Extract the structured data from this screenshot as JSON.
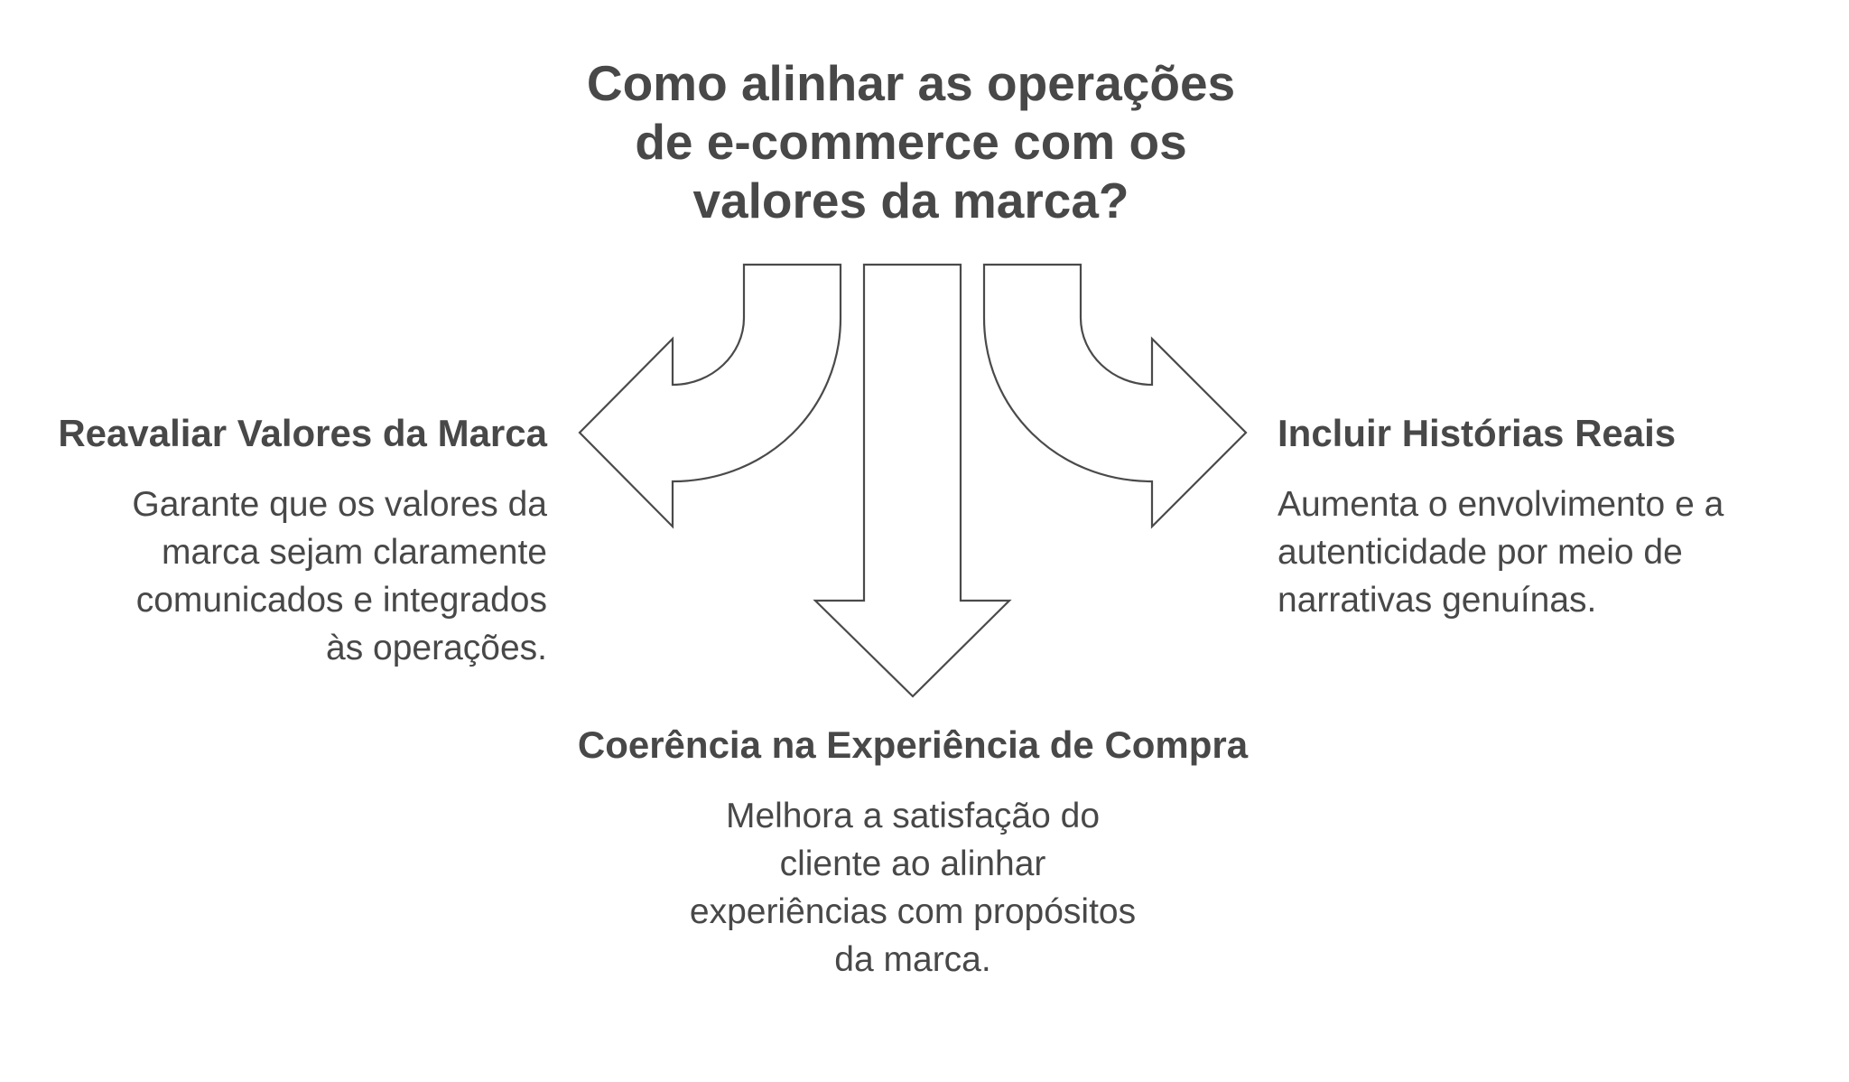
{
  "diagram": {
    "title_lines": [
      "Como alinhar as operações",
      "de e-commerce com os",
      "valores da marca?"
    ],
    "colors": {
      "text": "#484848",
      "arrow_stroke": "#4a4a4a",
      "arrow_fill": "#ffffff",
      "background": "#ffffff"
    },
    "branches": {
      "left": {
        "direction": "left",
        "icon": "curved-arrow-left-icon",
        "heading": "Reavaliar Valores da Marca",
        "description_lines": [
          "Garante que os valores da",
          "marca sejam claramente",
          "comunicados e integrados",
          "às operações."
        ]
      },
      "center": {
        "direction": "down",
        "icon": "arrow-down-icon",
        "heading": "Coerência na Experiência de Compra",
        "description_lines": [
          "Melhora a satisfação do",
          "cliente ao alinhar",
          "experiências com propósitos",
          "da marca."
        ]
      },
      "right": {
        "direction": "right",
        "icon": "curved-arrow-right-icon",
        "heading": "Incluir Histórias Reais",
        "description_lines": [
          "Aumenta o envolvimento e a",
          "autenticidade por meio de",
          "narrativas genuínas."
        ]
      }
    }
  }
}
